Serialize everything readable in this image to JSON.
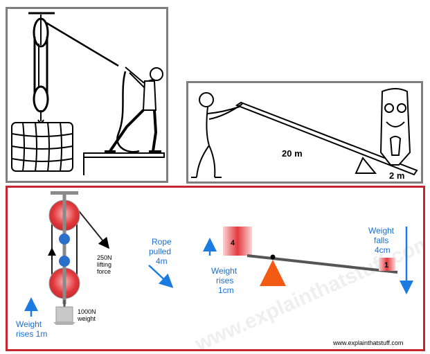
{
  "top_right": {
    "long_arm_label": "20 m",
    "short_arm_label": "2 m"
  },
  "bottom": {
    "pulley": {
      "rope_pulled_line1": "Rope",
      "rope_pulled_line2": "pulled",
      "rope_pulled_line3": "4m",
      "force_line1": "250N",
      "force_line2": "lifting",
      "force_line3": "force",
      "weight_line1": "1000N",
      "weight_line2": "weight",
      "rises_line1": "Weight",
      "rises_line2": "rises 1m"
    },
    "seesaw": {
      "left_weight_label": "4",
      "right_weight_label": "1",
      "rises_line1": "Weight",
      "rises_line2": "rises",
      "rises_line3": "1cm",
      "falls_line1": "Weight",
      "falls_line2": "falls",
      "falls_line3": "4cm"
    },
    "credit": "www.explainthatstuff.com",
    "watermark": "www.explainthatstuff.com"
  },
  "colors": {
    "panel_border_gray": "#7f7f7f",
    "panel_border_red": "#c8262e",
    "pulley_red": "#e33a3e",
    "pulley_blue": "#2a6fc9",
    "arrow_blue": "#1a7be0",
    "label_blue": "#1a6fd1",
    "fulcrum_orange": "#f35a13",
    "lever_gray": "#555555"
  }
}
